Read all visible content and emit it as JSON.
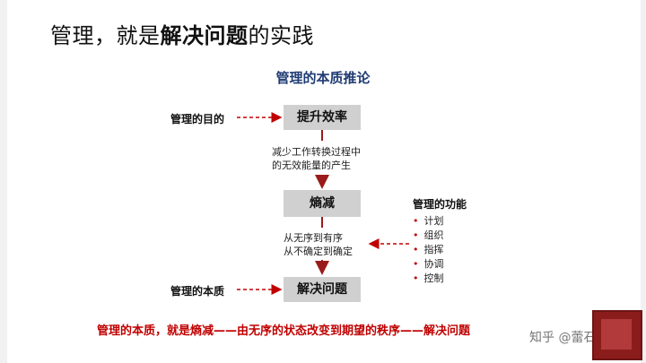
{
  "title": {
    "part1": "管理，就是",
    "strong": "解决问题",
    "part2": "的实践"
  },
  "diagram": {
    "title": "管理的本质推论",
    "boxes": {
      "b1": "提升效率",
      "b2": "熵减",
      "b3": "解决问题"
    },
    "left_labels": {
      "purpose": "管理的目的",
      "essence": "管理的本质"
    },
    "notes": {
      "n1_line1": "减少工作转换过程中",
      "n1_line2": "的无效能量的产生",
      "n2_line1": "从无序到有序",
      "n2_line2": "从不确定到确定"
    },
    "functions": {
      "title": "管理的功能",
      "items": [
        "计划",
        "组织",
        "指挥",
        "协调",
        "控制"
      ]
    },
    "conclusion": "管理的本质，就是熵减——由无序的状态改变到期望的秩序——解决问题"
  },
  "watermark": "知乎 @蕾石",
  "colors": {
    "accent": "#c00000",
    "box_fill": "#d0d0d0",
    "subtitle": "#1f3b73"
  }
}
